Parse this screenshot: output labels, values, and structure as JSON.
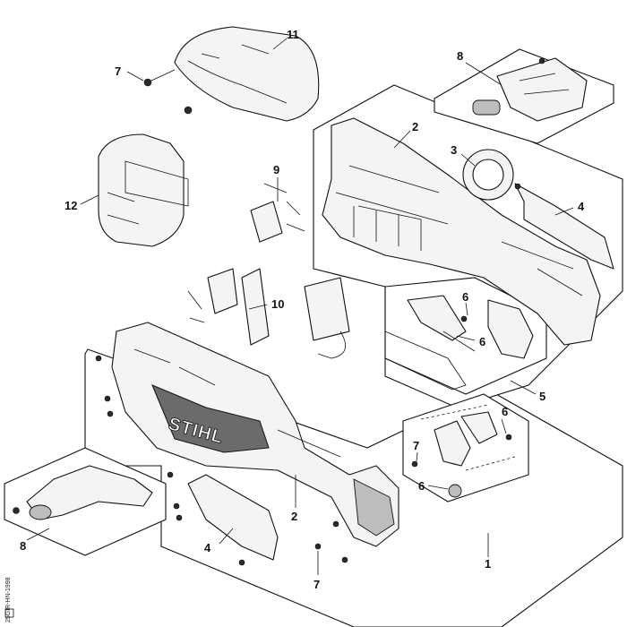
{
  "callouts": {
    "c1": "1",
    "c2a": "2",
    "c2b": "2",
    "c3": "3",
    "c4a": "4",
    "c4b": "4",
    "c5": "5",
    "c6a": "6",
    "c6b": "6",
    "c6c": "6",
    "c6d": "6",
    "c7a": "7",
    "c7b": "7",
    "c7c": "7",
    "c8a": "8",
    "c8b": "8",
    "c9": "9",
    "c10": "10",
    "c11": "11",
    "c12": "12"
  },
  "brand_logo": "STIHL",
  "drawing_code": "25GIR-HN-1998",
  "colors": {
    "line": "#111111",
    "shade": "#6b6b6b",
    "fill": "#f4f4f4"
  }
}
